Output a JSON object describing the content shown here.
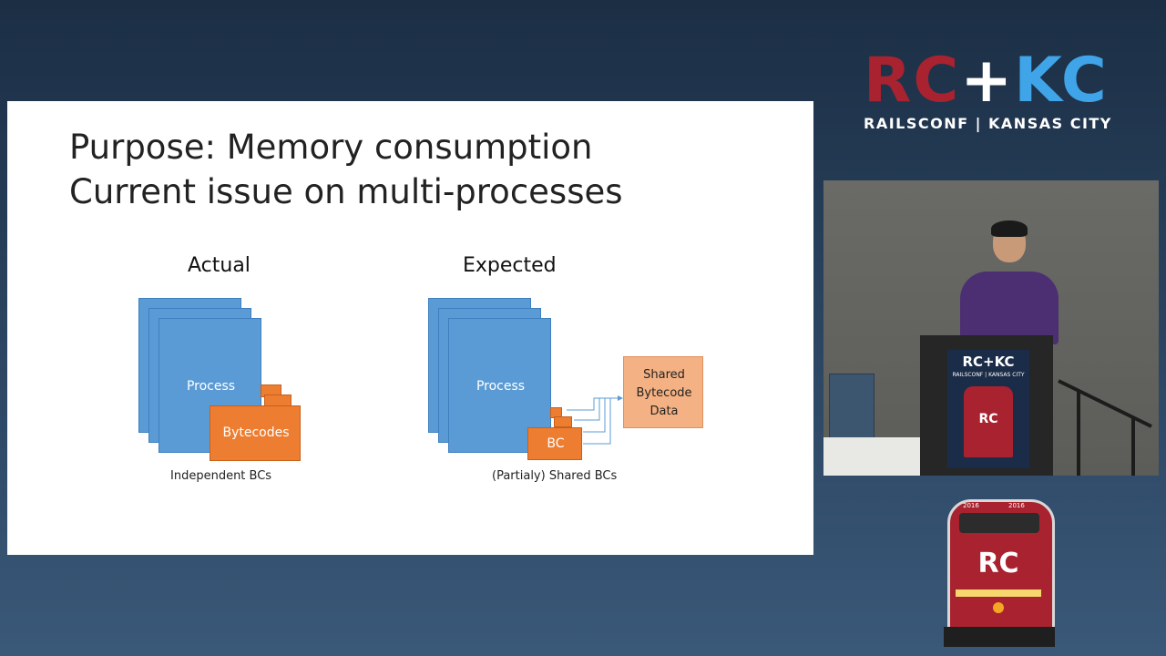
{
  "slide": {
    "title_line1": "Purpose: Memory consumption",
    "title_line2": "Current issue on multi-processes",
    "actual": {
      "heading": "Actual",
      "process_label": "Process",
      "bytecodes_label": "Bytecodes",
      "caption": "Independent BCs"
    },
    "expected": {
      "heading": "Expected",
      "process_label": "Process",
      "bc_label": "BC",
      "shared_line1": "Shared",
      "shared_line2": "Bytecode",
      "shared_line3": "Data",
      "caption": "(Partialy) Shared BCs"
    }
  },
  "branding": {
    "logo_rc": "RC",
    "logo_plus": "+",
    "logo_kc": "KC",
    "logo_subtitle": "RAILSCONF | KANSAS CITY",
    "podium_logo": "RC+KC",
    "podium_subtitle": "RAILSCONF | KANSAS CITY",
    "podium_train_letters": "RC",
    "train_number_left": "2016",
    "train_number_right": "2016",
    "train_letters": "RC"
  },
  "colors": {
    "process_blue": "#5b9bd5",
    "bytecode_orange": "#ed7d31",
    "shared_pink": "#f4b183",
    "logo_red": "#a8232f",
    "logo_blue": "#3fa4e8"
  }
}
